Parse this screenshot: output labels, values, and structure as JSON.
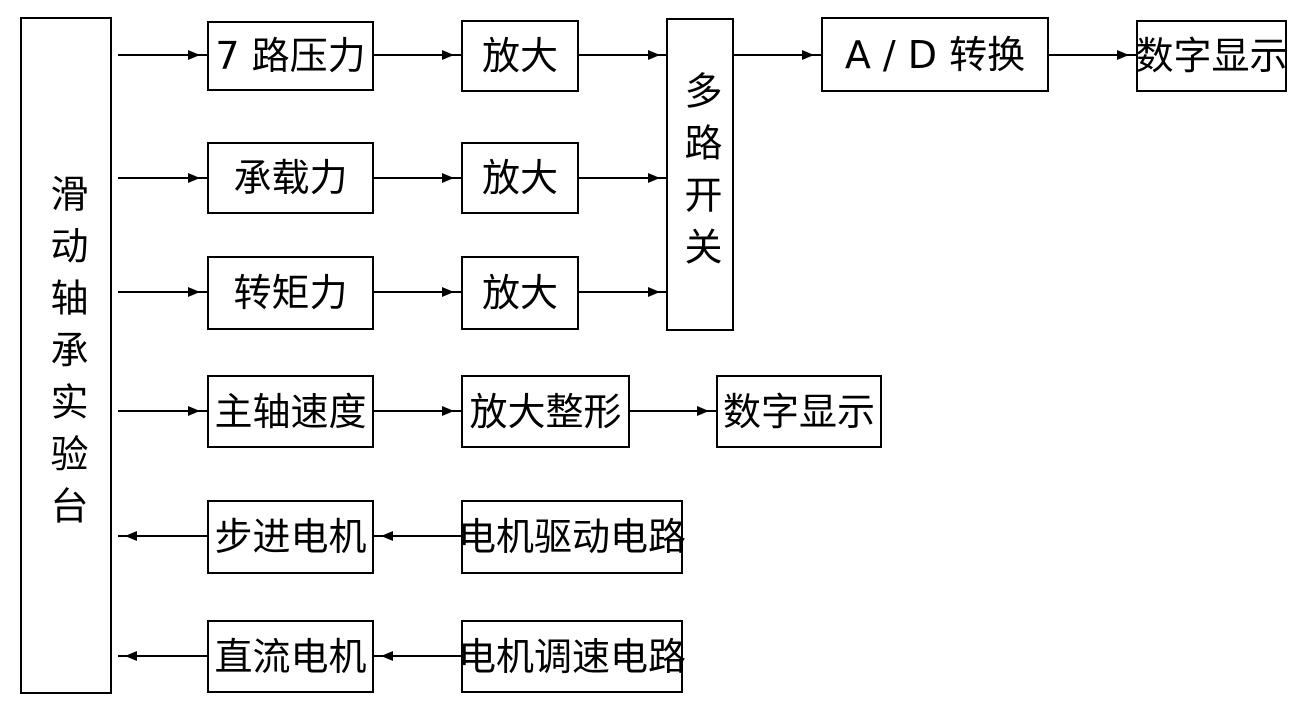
{
  "diagram": {
    "test_bench": "滑动轴承实验台",
    "sensors": {
      "pressure": "7 路压力",
      "load": "承载力",
      "torque": "转矩力",
      "spindle_speed": "主轴速度"
    },
    "amplifiers": {
      "amp1": "放大",
      "amp2": "放大",
      "amp3": "放大",
      "amp_shaping": "放大整形"
    },
    "multiplexer": "多路开关",
    "ad_converter": "A / D 转换",
    "displays": {
      "display_ad": "数字显示",
      "display_speed": "数字显示"
    },
    "motors": {
      "stepper_motor": "步进电机",
      "dc_motor": "直流电机"
    },
    "circuits": {
      "motor_drive": "电机驱动电路",
      "motor_speed_control": "电机调速电路"
    }
  }
}
